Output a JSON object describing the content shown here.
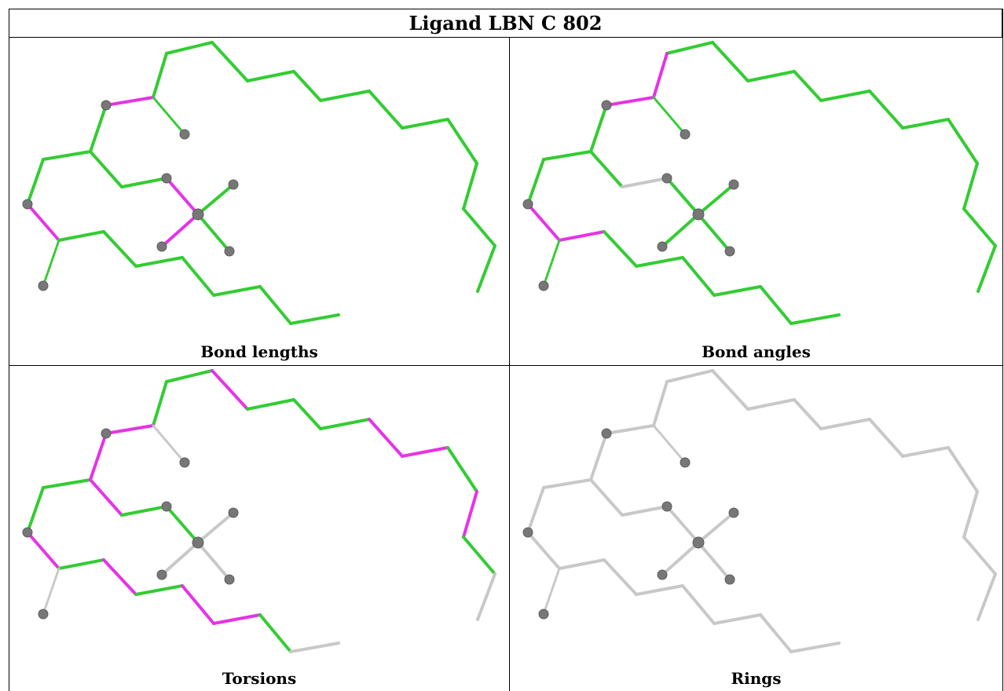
{
  "title": "Ligand LBN C 802",
  "panels": [
    {
      "id": "bond-lengths",
      "caption": "Bond lengths"
    },
    {
      "id": "bond-angles",
      "caption": "Bond angles"
    },
    {
      "id": "torsions",
      "caption": "Torsions"
    },
    {
      "id": "rings",
      "caption": "Rings"
    }
  ],
  "colors": {
    "ok": "#33cc33",
    "outlier": "#e633e6",
    "neutral": "#c8c8c8",
    "atom": "#777777",
    "grid": "#000000"
  }
}
